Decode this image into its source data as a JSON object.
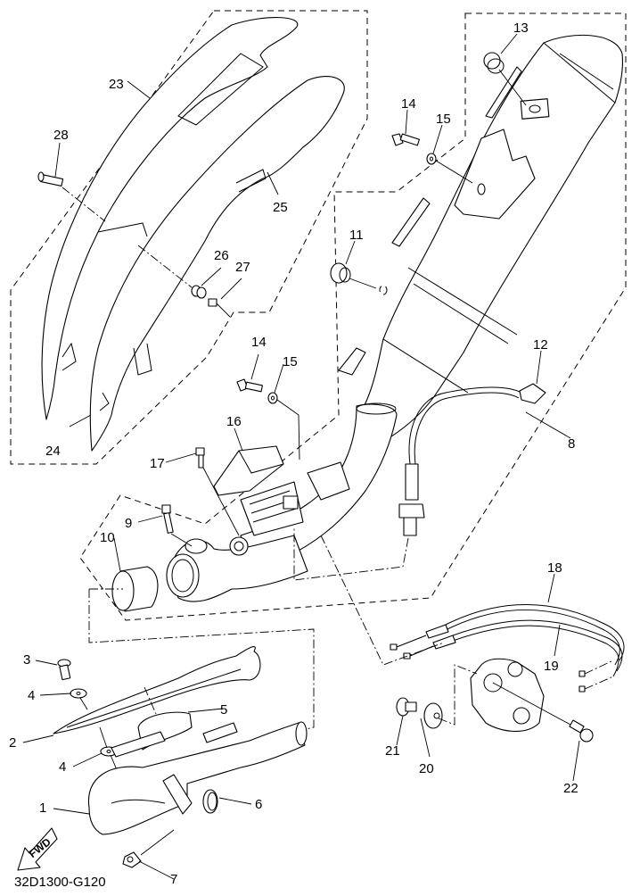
{
  "diagram": {
    "title": "Exhaust system exploded parts view",
    "drawing_code": "32D1300-G120",
    "direction_marker": "FWD",
    "callouts": [
      {
        "id": "c1",
        "label": "1",
        "part": "exhaust-pipe"
      },
      {
        "id": "c2",
        "label": "2",
        "part": "pipe-protector"
      },
      {
        "id": "c3",
        "label": "3",
        "part": "protector-screw"
      },
      {
        "id": "c4a",
        "label": "4",
        "part": "protector-washer-upper"
      },
      {
        "id": "c4b",
        "label": "4",
        "part": "protector-washer-lower"
      },
      {
        "id": "c5",
        "label": "5",
        "part": "heat-damper"
      },
      {
        "id": "c6",
        "label": "6",
        "part": "pipe-gasket"
      },
      {
        "id": "c7",
        "label": "7",
        "part": "flange-nut"
      },
      {
        "id": "c8",
        "label": "8",
        "part": "muffler-assembly"
      },
      {
        "id": "c9",
        "label": "9",
        "part": "clamp-bolt"
      },
      {
        "id": "c10",
        "label": "10",
        "part": "joint-gasket"
      },
      {
        "id": "c11",
        "label": "11",
        "part": "grommet"
      },
      {
        "id": "c12",
        "label": "12",
        "part": "oxygen-sensor"
      },
      {
        "id": "c13",
        "label": "13",
        "part": "muffler-damper"
      },
      {
        "id": "c14a",
        "label": "14",
        "part": "muffler-bolt-upper"
      },
      {
        "id": "c15a",
        "label": "15",
        "part": "muffler-washer-upper"
      },
      {
        "id": "c14b",
        "label": "14",
        "part": "muffler-bolt-lower"
      },
      {
        "id": "c15b",
        "label": "15",
        "part": "muffler-washer-lower"
      },
      {
        "id": "c16",
        "label": "16",
        "part": "servo-cover"
      },
      {
        "id": "c17",
        "label": "17",
        "part": "cover-bolt"
      },
      {
        "id": "c18",
        "label": "18",
        "part": "exup-cable-1"
      },
      {
        "id": "c19",
        "label": "19",
        "part": "exup-cable-2"
      },
      {
        "id": "c20",
        "label": "20",
        "part": "servo-damper"
      },
      {
        "id": "c21",
        "label": "21",
        "part": "servo-collar"
      },
      {
        "id": "c22",
        "label": "22",
        "part": "servo-bolt"
      },
      {
        "id": "c23",
        "label": "23",
        "part": "muffler-cover-assembly"
      },
      {
        "id": "c24",
        "label": "24",
        "part": "muffler-cover-1"
      },
      {
        "id": "c25",
        "label": "25",
        "part": "muffler-cover-2"
      },
      {
        "id": "c26",
        "label": "26",
        "part": "cover-nut"
      },
      {
        "id": "c27",
        "label": "27",
        "part": "cover-collar"
      },
      {
        "id": "c28",
        "label": "28",
        "part": "cover-screw"
      }
    ]
  }
}
